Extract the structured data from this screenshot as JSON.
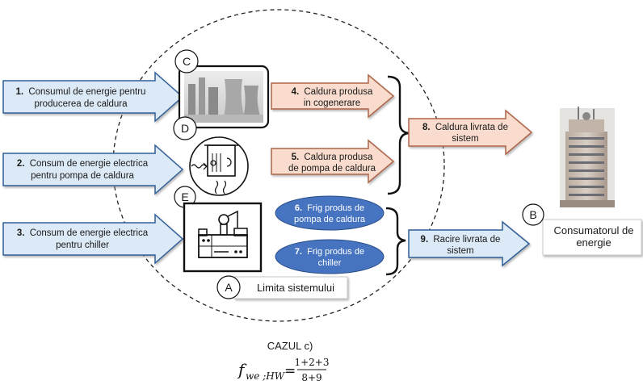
{
  "colors": {
    "blue_arrow": "#dce9f6",
    "blue_arrow_stroke": "#2f5f98",
    "peach_arrow": "#f9dccd",
    "peach_arrow_stroke": "#b0654a",
    "oval_fill": "#4674c1",
    "dashed_boundary": "#222222"
  },
  "inputs": [
    {
      "num": "1.",
      "line1": "Consumul de energie pentru",
      "line2": "producerea de caldura"
    },
    {
      "num": "2.",
      "line1": "Consum de energie electrica",
      "line2": "pentru pompa de caldura"
    },
    {
      "num": "3.",
      "line1": "Consum de energie electrica",
      "line2": "pentru chiller"
    }
  ],
  "heat": [
    {
      "num": "4.",
      "line1": "Caldura produsa",
      "line2": "in cogenerare"
    },
    {
      "num": "5.",
      "line1": "Caldura produsa",
      "line2": "de pompa de caldura"
    }
  ],
  "cold": [
    {
      "num": "6.",
      "line1": "Frig produs de",
      "line2": "pompa de caldura"
    },
    {
      "num": "7.",
      "line1": "Frig produs de",
      "line2": "chiller"
    }
  ],
  "outputs": [
    {
      "num": "8.",
      "line1": "Caldura livrata de",
      "line2": "sistem"
    },
    {
      "num": "9.",
      "line1": "Racire livrata de",
      "line2": "sistem"
    }
  ],
  "labels": {
    "a": "A",
    "a_text": "Limita sistemului",
    "b": "B",
    "b_line1": "Consumatorul de",
    "b_line2": "energie",
    "c": "C",
    "d": "D",
    "e": "E"
  },
  "icons": {
    "cogeneration": "power-plant-icon",
    "heat_pump": "heat-pump-icon",
    "chiller": "chiller-icon",
    "building": "building-icon"
  },
  "caption": "CAZUL c)",
  "formula": {
    "f": "f",
    "subscript": "we ;HW",
    "equals": "=",
    "numerator": "1+2+3",
    "denominator": "8+9"
  }
}
